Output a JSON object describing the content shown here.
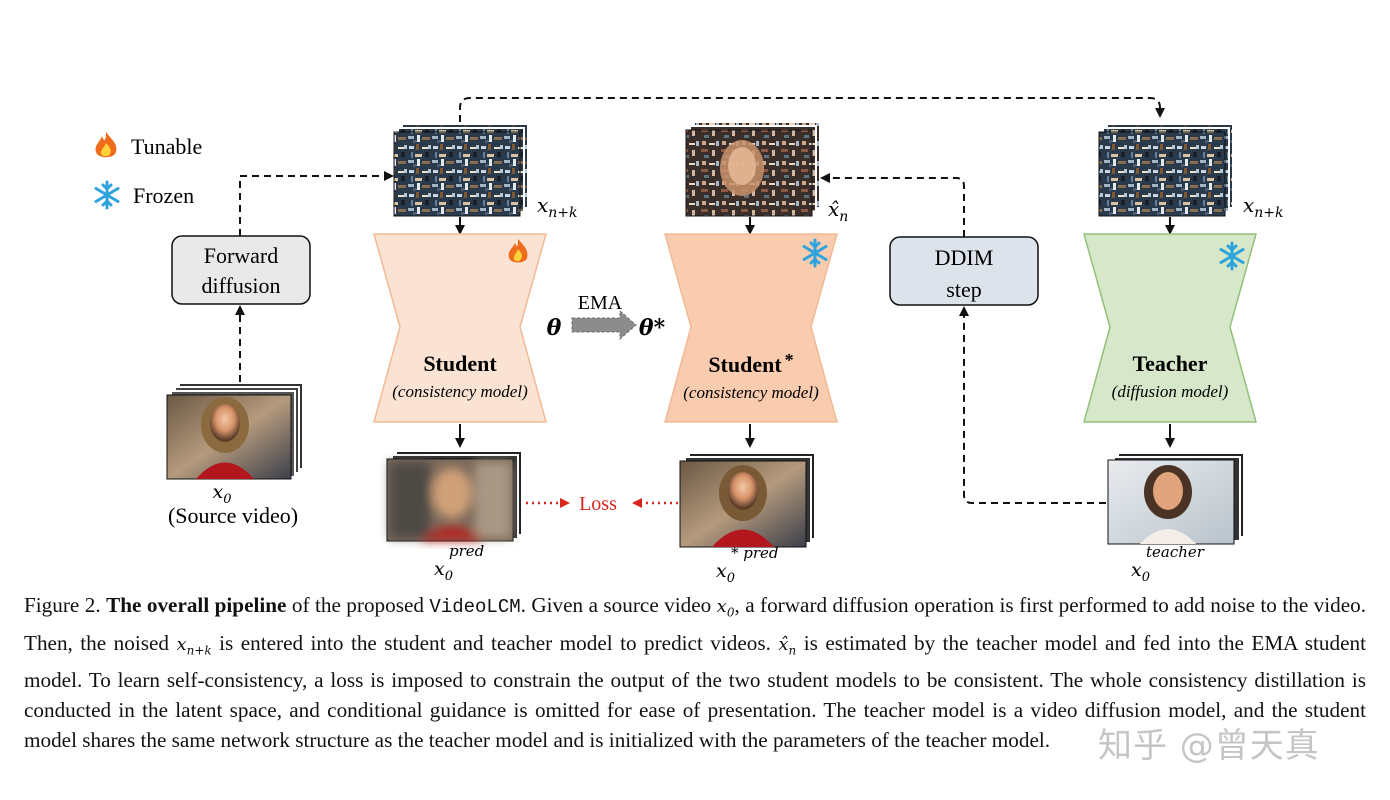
{
  "legend": {
    "tunable": "Tunable",
    "frozen": "Frozen"
  },
  "icons": {
    "tunable": "flame-icon",
    "frozen": "snowflake-icon"
  },
  "colors": {
    "student_box": "#fbe3d3",
    "student_star_box": "#f9cbaf",
    "teacher_box": "#d6e8c9",
    "ddim_box": "#dde3ea",
    "forward_box": "#e9e9e9",
    "loss_red": "#d9261c"
  },
  "boxes": {
    "forward": [
      "Forward",
      "diffusion"
    ],
    "ddim": [
      "DDIM",
      "step"
    ]
  },
  "models": {
    "student": {
      "title": "Student",
      "subtitle": "(consistency model)"
    },
    "student_star": {
      "title": "Student",
      "title_star": "*",
      "subtitle": "(consistency model)"
    },
    "teacher": {
      "title": "Teacher",
      "subtitle": "(diffusion model)"
    }
  },
  "labels": {
    "x_nk": "x",
    "x_nk_sub": "n+k",
    "x_hat": "x̂",
    "x_hat_sub": "n",
    "x0": "x",
    "x0_sub": "0",
    "source": "(Source video)",
    "ema": "EMA",
    "theta": "θ",
    "theta_star": "θ*",
    "loss": "Loss",
    "pred": "pred",
    "pred_star": "* pred",
    "teacher_sup": "teacher"
  },
  "caption": {
    "fig": "Figure 2.",
    "bold": "The overall pipeline",
    "t1": "of the proposed",
    "mono": "VideoLCM",
    "t2": ". Given a source video",
    "t3": ", a forward diffusion operation is first performed to add noise to the video. Then, the noised",
    "t4": "is entered into the student and teacher model to predict videos.",
    "t5": "is estimated by the teacher model and fed into the EMA student model. To learn self-consistency, a loss is imposed to constrain the output of the two student models to be consistent. The whole consistency distillation is conducted in the latent space, and conditional guidance is omitted for ease of presentation. The teacher model is a video diffusion model, and the student model shares the same network structure as the teacher model and is initialized with the parameters of the teacher model."
  },
  "watermark": "知乎 @曾天真"
}
